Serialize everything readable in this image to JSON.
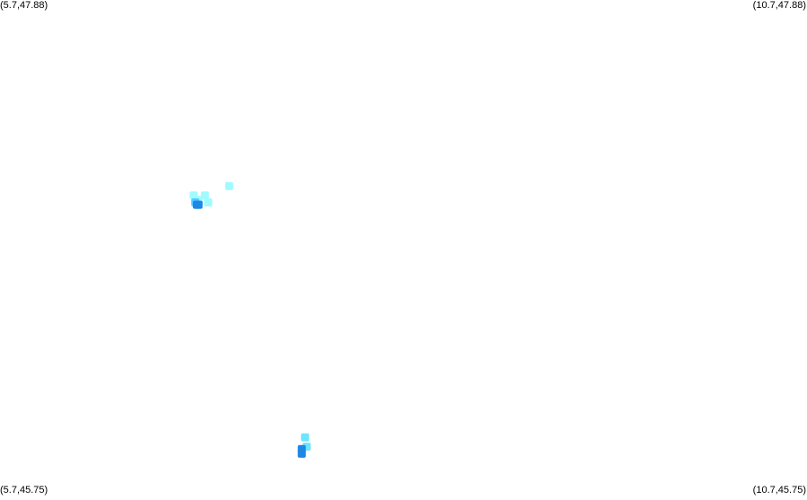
{
  "corners": {
    "top_left": "(5.7,47.88)",
    "top_right": "(10.7,47.88)",
    "bottom_left": "(5.7,45.75)",
    "bottom_right": "(10.7,45.75)"
  },
  "bounds": {
    "lon_min": 5.7,
    "lon_max": 10.7,
    "lat_min": 45.75,
    "lat_max": 47.88
  },
  "palette": {
    "light": "#9ffbff",
    "mid": "#4fcaff",
    "deep": "#1e87e6",
    "mid_light": "#6fe4ff"
  },
  "patches": [
    {
      "lon": 6.9,
      "lat": 47.04,
      "shade": "light"
    },
    {
      "lon": 6.93,
      "lat": 47.02,
      "shade": "light"
    },
    {
      "lon": 6.97,
      "lat": 47.04,
      "shade": "light"
    },
    {
      "lon": 6.99,
      "lat": 47.01,
      "shade": "light"
    },
    {
      "lon": 6.91,
      "lat": 47.01,
      "shade": "mid"
    },
    {
      "lon": 6.92,
      "lat": 47.0,
      "shade": "deep"
    },
    {
      "lon": 6.93,
      "lat": 47.0,
      "shade": "deep"
    },
    {
      "lon": 7.12,
      "lat": 47.08,
      "shade": "light"
    },
    {
      "lon": 7.59,
      "lat": 46.0,
      "shade": "mid_light"
    },
    {
      "lon": 7.6,
      "lat": 45.96,
      "shade": "mid_light"
    },
    {
      "lon": 7.57,
      "lat": 45.95,
      "shade": "deep"
    },
    {
      "lon": 7.57,
      "lat": 45.93,
      "shade": "deep"
    }
  ]
}
